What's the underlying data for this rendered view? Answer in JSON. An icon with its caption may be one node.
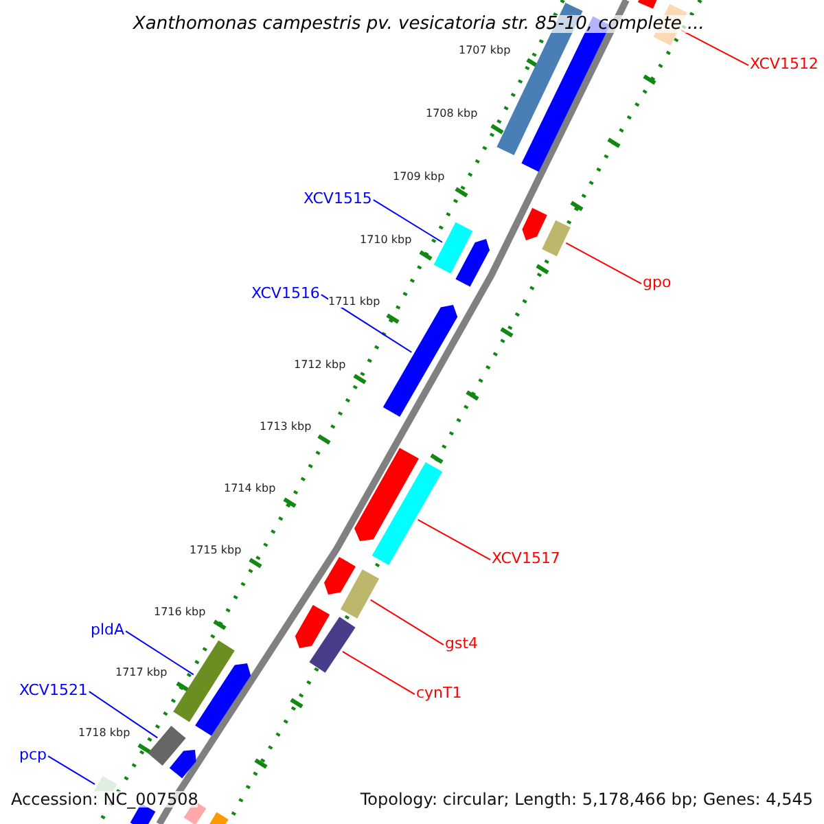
{
  "diagram": {
    "title": "Xanthomonas campestris pv. vesicatoria str. 85-10, complete ...",
    "nodes": [
      {
        "text": [
          "XCV1512"
        ]
      },
      {
        "text": [],
        "shape": "bar"
      },
      {
        "text": [
          "XCV1515"
        ]
      },
      {
        "text": [],
        "shape": "bar"
      },
      {
        "text": [
          "gpo"
        ]
      },
      {
        "text": [],
        "shape": "bar"
      },
      {
        "text": [
          "XCV1516"
        ]
      },
      {
        "text": [],
        "shape": "bar"
      },
      {
        "text": [
          "XCV1517"
        ]
      },
      {
        "text": [],
        "shape": "bar"
      },
      {
        "text": [
          "gst4"
        ]
      },
      {
        "text": [],
        "shape": "bar"
      },
      {
        "text": [
          "pldA"
        ]
      },
      {
        "text": [],
        "shape": "bar"
      },
      {
        "text": [
          "cynT1"
        ]
      },
      {
        "text": [],
        "shape": "bar"
      },
      {
        "text": [
          "XCV1521"
        ]
      },
      {
        "text": [],
        "shape": "bar"
      },
      {
        "text": [
          "pcp"
        ]
      },
      {
        "text": [],
        "shape": "bar"
      },
      {
        "text": [],
        "shape": "bar"
      },
      {
        "text": [],
        "shape": "bar"
      },
      {
        "text": [],
        "shape": "bar"
      },
      {
        "text": [],
        "shape": "bar"
      },
      {
        "text": [],
        "shape": "bar"
      },
      {
        "text": [],
        "shape": "bar"
      },
      {
        "text": [],
        "shape": "bar"
      },
      {
        "text": [],
        "shape": "bar"
      },
      {
        "text": [],
        "shape": "bar"
      },
      {
        "text": [],
        "shape": "bar"
      },
      {
        "text": [],
        "shape": "bar"
      },
      {
        "text": [],
        "shape": "bar"
      },
      {
        "text": [],
        "shape": "bar"
      }
    ],
    "edges": [
      {
        "from": 0,
        "to": 1,
        "arrow": "none",
        "color": "#ff0000"
      },
      {
        "from": 2,
        "to": 3,
        "arrow": "none",
        "color": "#0000ff"
      },
      {
        "from": 4,
        "to": 5,
        "arrow": "none",
        "color": "#ff0000"
      },
      {
        "from": 6,
        "to": 7,
        "arrow": "none",
        "color": "#0000ff"
      },
      {
        "from": 8,
        "to": 9,
        "arrow": "none",
        "color": "#ff0000"
      },
      {
        "from": 10,
        "to": 11,
        "arrow": "none",
        "color": "#ff0000"
      },
      {
        "from": 12,
        "to": 13,
        "arrow": "none",
        "color": "#0000ff"
      },
      {
        "from": 14,
        "to": 15,
        "arrow": "none",
        "color": "#ff0000"
      },
      {
        "from": 16,
        "to": 17,
        "arrow": "none",
        "color": "#0000ff"
      },
      {
        "from": 18,
        "to": 19,
        "arrow": "none",
        "color": "#0000ff"
      }
    ],
    "labels": [
      "1707 kbp",
      "1708 kbp",
      "1709 kbp",
      "1710 kbp",
      "1711 kbp",
      "1712 kbp",
      "1713 kbp",
      "1714 kbp",
      "1715 kbp",
      "1716 kbp",
      "1717 kbp",
      "1718 kbp",
      "Accession: NC_007508",
      "Topology: circular; Length: 5,178,466 bp; Genes: 4,545"
    ]
  }
}
